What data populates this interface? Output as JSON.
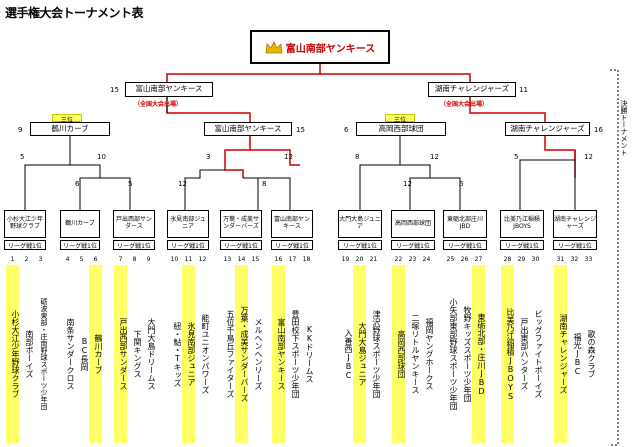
{
  "title": "選手権大会トーナメント表",
  "winner": {
    "name": "富山南部ヤンキース",
    "icon": "crown-icon"
  },
  "final": {
    "left": {
      "name": "富山南部ヤンキース",
      "score": "15"
    },
    "right": {
      "name": "湖南チャレンジャーズ",
      "score": "11"
    }
  },
  "notes": {
    "national_left": "（全国大会出場）",
    "national_right": "（全国大会出場）"
  },
  "semis": {
    "l1": {
      "name": "鶴川カーブ",
      "score": "9",
      "rank": "三位"
    },
    "l2": {
      "name": "富山南部ヤンキース",
      "score": "15"
    },
    "r1": {
      "name": "高岡西部球団",
      "score": "6",
      "rank": "三位"
    },
    "r2": {
      "name": "湖南チャレンジャーズ",
      "score": "16"
    }
  },
  "qf_scores": {
    "a1": "5",
    "a2": "10",
    "b1": "3",
    "b2": "12",
    "c1": "8",
    "c2": "12",
    "d1": "5",
    "d2": "12"
  },
  "r16_scores": {
    "a1": "6",
    "a2": "5",
    "b1": "12",
    "b2": "8",
    "c1": "12",
    "c2": "6"
  },
  "side_label": "決勝トーナメント",
  "league_label": "リーグ戦1位",
  "teams": [
    {
      "name": "小杉大江少年野球クラブ"
    },
    {
      "name": "鶴川カーブ"
    },
    {
      "name": "戸出西部サンダース"
    },
    {
      "name": "氷見南部ジュニア"
    },
    {
      "name": "万葉・成美サンダーバーズ"
    },
    {
      "name": "富山南部ヤンキース"
    },
    {
      "name": "大門大島ジュニア"
    },
    {
      "name": "高岡西部球団"
    },
    {
      "name": "東砺北部庄川JBD"
    },
    {
      "name": "比美乃江稲積JBOYS"
    },
    {
      "name": "湖南チャレンジャーズ"
    }
  ],
  "seeds": [
    "1",
    "2",
    "3",
    "4",
    "5",
    "6",
    "7",
    "8",
    "9",
    "10",
    "11",
    "12",
    "13",
    "14",
    "15",
    "16",
    "17",
    "18",
    "19",
    "20",
    "21",
    "22",
    "23",
    "24",
    "25",
    "26",
    "27",
    "28",
    "29",
    "30",
    "31",
    "32",
    "33"
  ],
  "entries": [
    {
      "text": "小杉大江少年野球クラブ",
      "hl": true
    },
    {
      "text": "南部ボーイズ",
      "hl": false
    },
    {
      "text": "砺波東部・庄南野球スポーツ少年団",
      "hl": false
    },
    {
      "text": "南条サンダークロス",
      "hl": false
    },
    {
      "text": "BC長岡",
      "hl": false
    },
    {
      "text": "鶴川カーブ",
      "hl": true
    },
    {
      "text": "戸出西部サンダース",
      "hl": true
    },
    {
      "text": "下関キングス",
      "hl": false
    },
    {
      "text": "大門大島ドリームス",
      "hl": false
    },
    {
      "text": "紐・鮎・Tキッズ",
      "hl": false
    },
    {
      "text": "氷見南部ジュニア",
      "hl": true
    },
    {
      "text": "能町ユニオンパワーズ",
      "hl": false
    },
    {
      "text": "五位千鳥丘ファイターズ",
      "hl": false
    },
    {
      "text": "万葉・成美サンダーバーズ",
      "hl": true
    },
    {
      "text": "メルヘンヘンリーズ",
      "hl": false
    },
    {
      "text": "富山南部ヤンキース",
      "hl": true
    },
    {
      "text": "豊田校下スポーツ少年団",
      "hl": false
    },
    {
      "text": "KKドリームス",
      "hl": false
    },
    {
      "text": "入善西JBC",
      "hl": false
    },
    {
      "text": "大門大島ジュニア",
      "hl": true
    },
    {
      "text": "津沢野球スポーツ少年団",
      "hl": false
    },
    {
      "text": "高岡西部球団",
      "hl": true
    },
    {
      "text": "二塚リトルヤンキース",
      "hl": false
    },
    {
      "text": "福岡ヤングホークス",
      "hl": false
    },
    {
      "text": "小矢部東部野球スポーツ少年団",
      "hl": false
    },
    {
      "text": "牧野キッズスポーツ少年団",
      "hl": false
    },
    {
      "text": "東砺北部・庄川JBD",
      "hl": true
    },
    {
      "text": "比美乃江稲積JBOYS",
      "hl": true
    },
    {
      "text": "戸出東部ハンターズ",
      "hl": false
    },
    {
      "text": "ビッグファイトボーイズ",
      "hl": false
    },
    {
      "text": "湖南チャレンジャーズ",
      "hl": true
    },
    {
      "text": "福光JBC",
      "hl": false
    },
    {
      "text": "歌の森クラブ",
      "hl": false
    }
  ],
  "colors": {
    "winner_text": "#cc0000",
    "highlight": "#ffff66",
    "line": "#cc0000"
  }
}
